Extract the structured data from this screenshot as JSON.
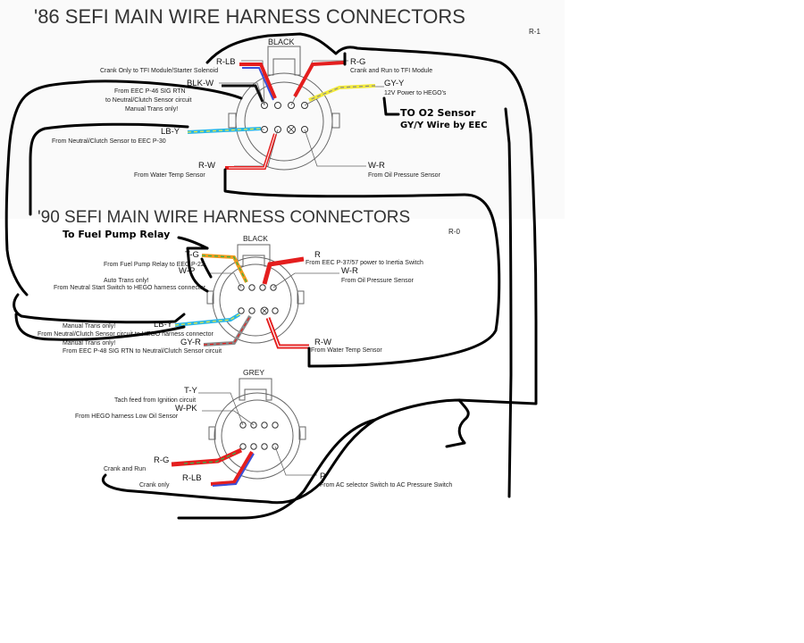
{
  "diagram_86": {
    "title": "'86 SEFI MAIN WIRE HARNESS CONNECTORS",
    "code": "R-1",
    "connector_color": "BLACK",
    "wires": {
      "rlb": {
        "code": "R-LB",
        "desc": "Crank Only to TFI Module/Starter Solenoid"
      },
      "rg": {
        "code": "R-G",
        "desc": "Crank and Run to TFI Module"
      },
      "blkw": {
        "code": "BLK-W",
        "desc1": "From EEC P-46 SIG RTN",
        "desc2": "to Neutral/Clutch Sensor circuit",
        "desc3": "Manual Trans only!"
      },
      "gyy": {
        "code": "GY-Y",
        "desc": "12V Power to HEGO's"
      },
      "lby": {
        "code": "LB-Y",
        "desc": "From Neutral/Clutch Sensor to EEC P-30"
      },
      "rw": {
        "code": "R-W",
        "desc": "From Water Temp Sensor"
      },
      "wr": {
        "code": "W-R",
        "desc": "From Oil Pressure Sensor"
      }
    },
    "note1": "TO O2 Sensor",
    "note2": "GY/Y Wire by EEC"
  },
  "diagram_90": {
    "title": "'90 SEFI MAIN WIRE HARNESS CONNECTORS",
    "code": "R-0",
    "note": "To Fuel Pump Relay",
    "connector_color": "BLACK",
    "wires": {
      "tg": {
        "code": "T-G",
        "desc": "From Fuel Pump Relay to EEC P-22"
      },
      "r": {
        "code": "R",
        "desc": "From EEC P-37/57 power to Inertia Switch"
      },
      "wp": {
        "code": "W-P",
        "desc1": "Auto Trans only!",
        "desc2": "From Neutral Start Switch to HEGO harness connector"
      },
      "wr": {
        "code": "W-R",
        "desc": "From Oil Pressure Sensor"
      },
      "lby": {
        "code": "LB-Y",
        "desc1": "Manual Trans only!",
        "desc2": "From Neutral/Clutch Sensor circuit to HEGO harness connector"
      },
      "gyr": {
        "code": "GY-R",
        "desc1": "Manual Trans only!",
        "desc2": "From EEC P-48 SIG RTN to Neutral/Clutch Sensor circuit"
      },
      "rw": {
        "code": "R-W",
        "desc": "From Water Temp Sensor"
      }
    }
  },
  "diagram_grey": {
    "connector_color": "GREY",
    "wires": {
      "ty": {
        "code": "T-Y",
        "desc": "Tach feed from Ignition circuit"
      },
      "wpk": {
        "code": "W-PK",
        "desc": "From HEGO harness Low Oil Sensor"
      },
      "rg": {
        "code": "R-G",
        "desc": "Crank and Run"
      },
      "rlb": {
        "code": "R-LB",
        "desc": "Crank only"
      },
      "p": {
        "code": "P",
        "desc": "From AC selector Switch to AC Pressure Switch"
      }
    }
  },
  "colors": {
    "red": "#e41e1e",
    "blue": "#3a4fd8",
    "yellow": "#f2ea3a",
    "light_blue": "#29b6e6",
    "green": "#34b34a",
    "orange": "#f29a1c",
    "grey": "#8a8a8a",
    "black": "#000000"
  }
}
